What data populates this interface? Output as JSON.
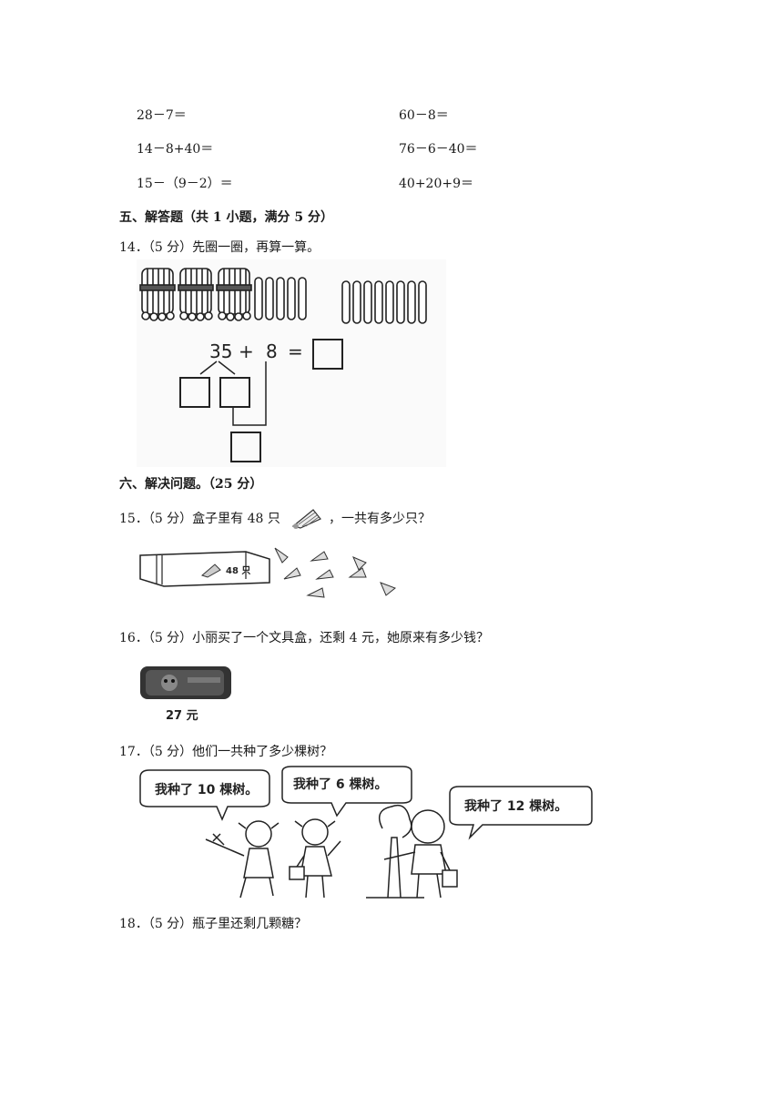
{
  "calc_rows": [
    {
      "left": "28－7＝",
      "right": "60－8＝"
    },
    {
      "left": "14－8+40＝",
      "right": "76－6－40＝"
    },
    {
      "left": "15－（9－2）＝",
      "right": "40+20+9＝"
    }
  ],
  "section5": {
    "title": "五、解答题（共 1 小题，满分 5 分）"
  },
  "q14": {
    "text": "14．（5 分）先圈一圈，再算一算。",
    "eq_a": "35",
    "eq_op": "+",
    "eq_b": "8",
    "eq_eq": "="
  },
  "section6": {
    "title": "六、解决问题。（25 分）"
  },
  "q15": {
    "prefix": "15．（5 分）盒子里有 48 只",
    "suffix": "，一共有多少只？",
    "box_label": "48 只"
  },
  "q16": {
    "text": "16．（5 分）小丽买了一个文具盒，还剩 4 元，她原来有多少钱？",
    "price": "27 元"
  },
  "q17": {
    "text": "17．（5 分）他们一共种了多少棵树？",
    "bubble1": "我种了 10 棵树。",
    "bubble2": "我种了 6 棵树。",
    "bubble3": "我种了 12 棵树。"
  },
  "q18": {
    "text": "18．（5 分）瓶子里还剩几颗糖？"
  }
}
